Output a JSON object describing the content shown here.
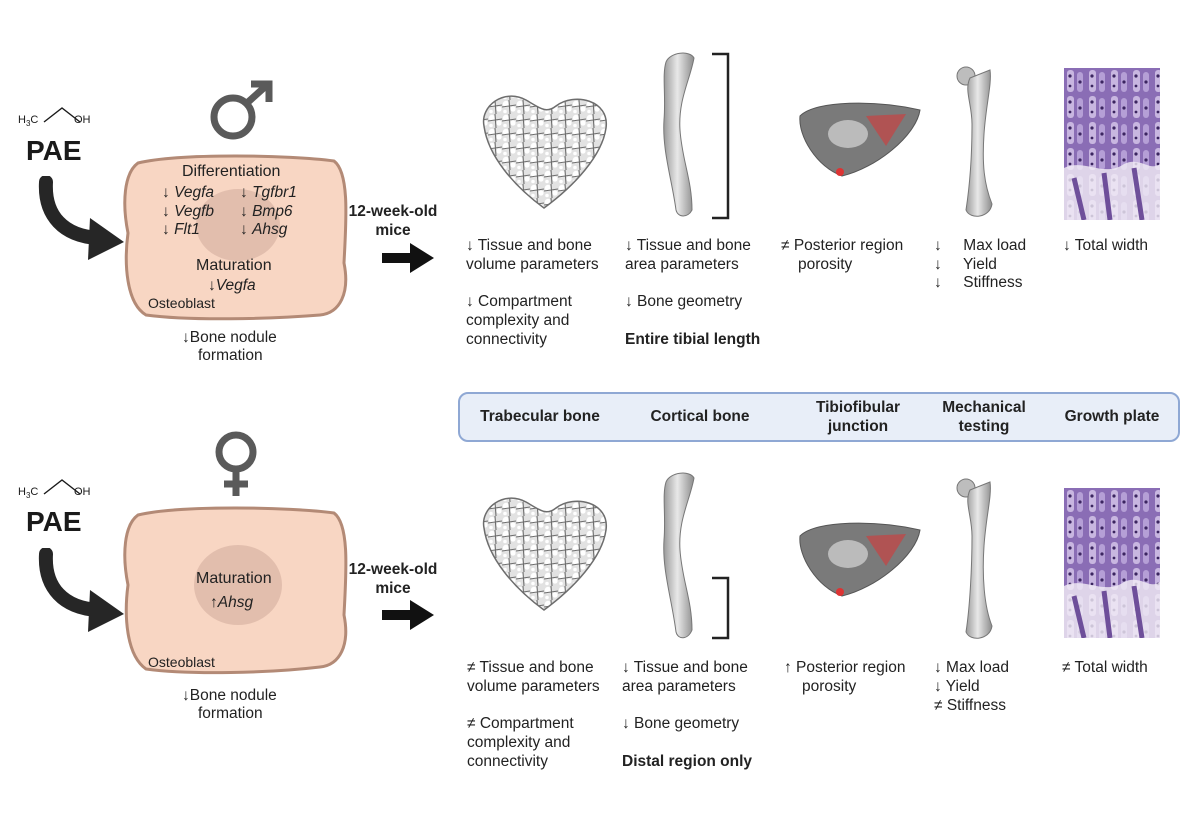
{
  "male": {
    "chem": {
      "h3c": "H3C",
      "oh": "OH"
    },
    "pae": "PAE",
    "sex_symbol": "♂",
    "mice": [
      "12-week-old",
      "mice"
    ],
    "cell": {
      "differentiation_title": "Differentiation",
      "genes_left": [
        "Vegfa",
        "Vegfb",
        "Flt1"
      ],
      "genes_right": [
        "Tgfbr1",
        "Bmp6",
        "Ahsg"
      ],
      "maturation_title": "Maturation",
      "maturation_gene": "Vegfa",
      "osteoblast": "Osteoblast"
    },
    "nodule": [
      "↓Bone nodule",
      "formation"
    ],
    "trabecular": [
      "↓ Tissue and bone",
      "volume parameters",
      "",
      "↓ Compartment",
      "complexity and",
      "connectivity"
    ],
    "cortical": [
      "↓ Tissue and bone",
      "area parameters",
      "",
      "↓ Bone geometry"
    ],
    "cortical_region": "Entire tibial length",
    "tibiofibular": [
      "≠ Posterior region",
      "porosity"
    ],
    "mechanical": [
      "↓     Max load",
      "↓     Yield",
      "↓     Stiffness"
    ],
    "growth": [
      "↓ Total width"
    ]
  },
  "female": {
    "chem": {
      "h3c": "H3C",
      "oh": "OH"
    },
    "pae": "PAE",
    "sex_symbol": "♀",
    "mice": [
      "12-week-old",
      "mice"
    ],
    "cell": {
      "maturation_title": "Maturation",
      "maturation_gene": "↑Ahsg",
      "osteoblast": "Osteoblast"
    },
    "nodule": [
      "↓Bone nodule",
      "formation"
    ],
    "trabecular": [
      "≠ Tissue and bone",
      "volume parameters",
      "",
      "≠ Compartment",
      "complexity and",
      "connectivity"
    ],
    "cortical": [
      "↓ Tissue and bone",
      "area parameters",
      "",
      "↓ Bone geometry"
    ],
    "cortical_region": "Distal region only",
    "tibiofibular": [
      "↑ Posterior region",
      "porosity"
    ],
    "mechanical": [
      "↓ Max load",
      "↓ Yield",
      "≠ Stiffness"
    ],
    "growth": [
      "≠ Total width"
    ]
  },
  "categories": {
    "trabecular": "Trabecular bone",
    "cortical": "Cortical bone",
    "tibiofibular": [
      "Tibiofibular",
      "junction"
    ],
    "mechanical": [
      "Mechanical",
      "testing"
    ],
    "growth": "Growth plate"
  },
  "colors": {
    "cell_fill": "#f8d6c3",
    "cell_stroke": "#b38a76",
    "nucleus": "#d8b4a4",
    "arrow": "#262626",
    "bone": "#c9c9c9",
    "banner_fill": "#e8eef8",
    "banner_stroke": "#8fa8d4",
    "histology": "#6e4f9a"
  },
  "icons": [
    "male-symbol-icon",
    "female-symbol-icon",
    "curved-arrow-icon",
    "right-arrow-icon",
    "trabecular-bone-icon",
    "tibia-icon",
    "tibiofibular-cross-section-icon",
    "femur-icon",
    "growth-plate-histology-icon"
  ]
}
